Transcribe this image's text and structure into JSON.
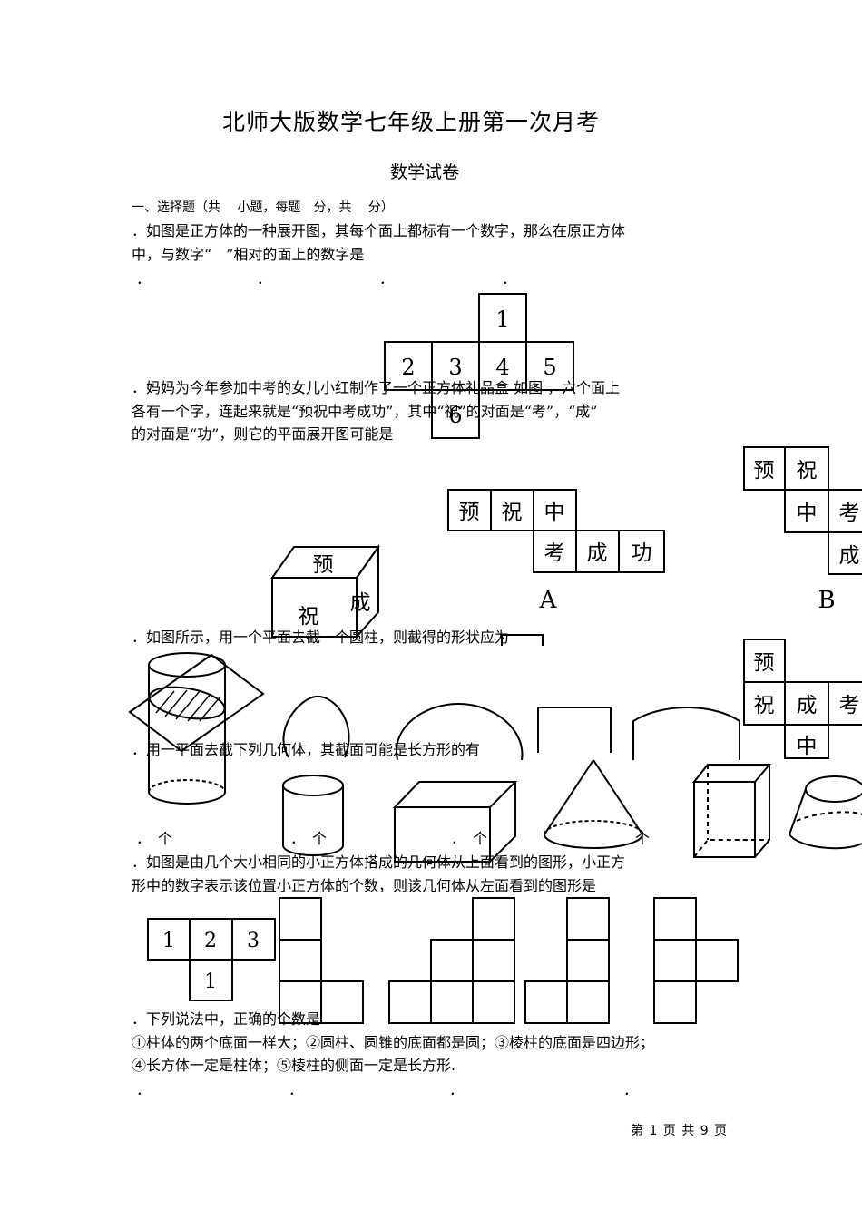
{
  "title": "北师大版数学七年级上册第一次月考",
  "subtitle": "数学试卷",
  "section_header": "一、选择题（共　  小题，每题　分，共　  分）",
  "q1": {
    "line1": "．如图是正方体的一种展开图，其每个面上都标有一个数字，那么在原正方体",
    "line2": "中，与数字“　”相对的面上的数字是",
    "options": [
      "．",
      "．",
      "．",
      "．"
    ],
    "net_numbers": [
      "1",
      "2",
      "3",
      "4",
      "5",
      "6"
    ]
  },
  "q2": {
    "line1": "．妈妈为今年参加中考的女儿小红制作了一个正方体礼品盒 如图 ，六个面上",
    "line2": "各有一个字，连起来就是“预祝中考成功”，其中“祝”的对面是“考”，“成”",
    "line3": "的对面是“功”，则它的平面展开图可能是",
    "cube_faces": [
      "预",
      "祝",
      "成"
    ],
    "option_a_cells": [
      "预",
      "祝",
      "中",
      "考",
      "成",
      "功"
    ],
    "option_b_cells": [
      "预",
      "祝",
      "中",
      "考",
      "成"
    ],
    "option_d_cells": [
      "预",
      "祝",
      "成",
      "考",
      "中"
    ],
    "label_a": "A",
    "label_b": "B"
  },
  "q3": {
    "line1": "．如图所示，用一个平面去截一个圆柱，则截得的形状应为"
  },
  "q4": {
    "line1": "．用一平面去截下列几何体，其截面可能是长方形的有",
    "options": [
      "．　个",
      "．　个",
      "．　个",
      "个"
    ]
  },
  "q5": {
    "line1": "．如图是由几个大小相同的小正方体搭成的几何体从上面看到的图形，小正方",
    "line2": "形中的数字表示该位置小正方体的个数，则该几何体从左面看到的图形是",
    "grid_numbers": [
      "1",
      "2",
      "3",
      "1"
    ]
  },
  "q6": {
    "line1": "．下列说法中，正确的个数是",
    "line2": "①柱体的两个底面一样大；②圆柱、圆锥的底面都是圆；③棱柱的底面是四边形；",
    "line3": "④长方体一定是柱体；⑤棱柱的侧面一定是长方形.",
    "options": [
      "．",
      "．",
      "．",
      "．"
    ]
  },
  "footer": "第 1 页 共 9 页"
}
